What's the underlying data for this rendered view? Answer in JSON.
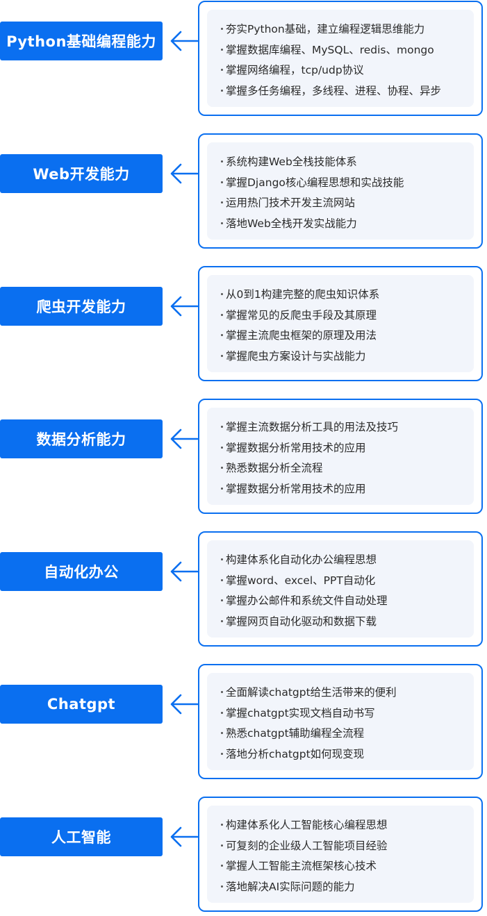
{
  "modules": [
    {
      "label": "Python基础编程能力",
      "items": [
        "夯实Python基础，建立编程逻辑思维能力",
        "掌握数据库编程、MySQL、redis、mongo",
        "掌握网络编程，tcp/udp协议",
        "掌握多任务编程，多线程、进程、协程、异步"
      ]
    },
    {
      "label": "Web开发能力",
      "items": [
        "系统构建Web全栈技能体系",
        "掌握Django核心编程思想和实战技能",
        "运用热门技术开发主流网站",
        "落地Web全栈开发实战能力"
      ]
    },
    {
      "label": "爬虫开发能力",
      "items": [
        "从0到1构建完整的爬虫知识体系",
        "掌握常见的反爬虫手段及其原理",
        "掌握主流爬虫框架的原理及用法",
        "掌握爬虫方案设计与实战能力"
      ]
    },
    {
      "label": "数据分析能力",
      "items": [
        "掌握主流数据分析工具的用法及技巧",
        "掌握数据分析常用技术的应用",
        "熟悉数据分析全流程",
        "掌握数据分析常用技术的应用"
      ]
    },
    {
      "label": "自动化办公",
      "items": [
        "构建体系化自动化办公编程思想",
        "掌握word、excel、PPT自动化",
        "掌握办公邮件和系统文件自动处理",
        "掌握网页自动化驱动和数据下载"
      ]
    },
    {
      "label": "Chatgpt",
      "items": [
        "全面解读chatgpt给生活带来的便利",
        "掌握chatgpt实现文档自动书写",
        "熟悉chatgpt辅助编程全流程",
        "落地分析chatgpt如何现变现"
      ]
    },
    {
      "label": "人工智能",
      "items": [
        "构建体系化人工智能核心编程思想",
        "可复刻的企业级人工智能项目经验",
        "掌握人工智能主流框架核心技术",
        "落地解决AI实际问题的能力"
      ]
    }
  ],
  "colors": {
    "accent": "#0a6ff0",
    "card_fill": "#f2f5fb",
    "text": "#2a2a2a"
  },
  "icons": {
    "connector": "arrow-left-icon",
    "bullet": "bullet-dot-icon"
  }
}
